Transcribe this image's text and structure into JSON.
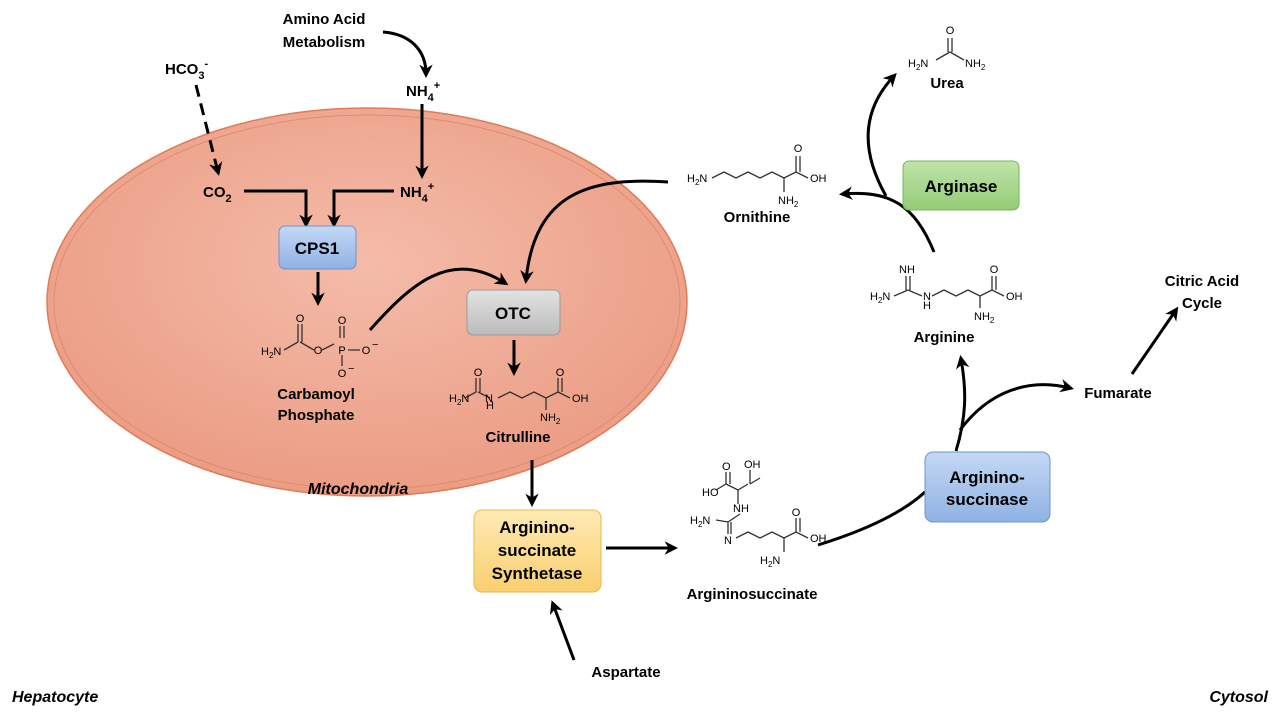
{
  "labels": {
    "amino_acid_metabolism_1": "Amino Acid",
    "amino_acid_metabolism_2": "Metabolism",
    "hco3": "HCO",
    "hco3_sub": "3",
    "hco3_sup": "-",
    "nh4_top": "NH",
    "nh4_sub": "4",
    "nh4_sup": "+",
    "co2": "CO",
    "co2_sub": "2",
    "carbamoyl_1": "Carbamoyl",
    "carbamoyl_2": "Phosphate",
    "citrulline": "Citrulline",
    "ornithine": "Ornithine",
    "urea": "Urea",
    "arginine": "Arginine",
    "argininosuccinate": "Argininosuccinate",
    "aspartate": "Aspartate",
    "fumarate": "Fumarate",
    "citric_1": "Citric Acid",
    "citric_2": "Cycle",
    "mitochondria": "Mitochondria",
    "hepatocyte": "Hepatocyte",
    "cytosol": "Cytosol"
  },
  "enzymes": {
    "cps1": "CPS1",
    "otc": "OTC",
    "arginase": "Arginase",
    "ass_1": "Arginino-",
    "ass_2": "succinate",
    "ass_3": "Synthetase",
    "asl_1": "Arginino-",
    "asl_2": "succinase"
  },
  "chem": {
    "h2n": "H",
    "h2n_sub": "2",
    "n": "N",
    "nh2": "NH",
    "nh2_sub": "2",
    "o": "O",
    "o_minus": "O",
    "minus": "−",
    "p": "P",
    "oh": "OH",
    "ho": "HO",
    "h": "H",
    "nh": "NH"
  },
  "colors": {
    "mito_fill": "#efa893",
    "mito_stroke": "#e07d5a",
    "cps1_fill": "#a9c4ec",
    "otc_fill": "#cfcfcf",
    "arginase_fill": "#a8d78e",
    "ass_fill": "#fcd889",
    "asl_fill": "#a9c4ec"
  }
}
